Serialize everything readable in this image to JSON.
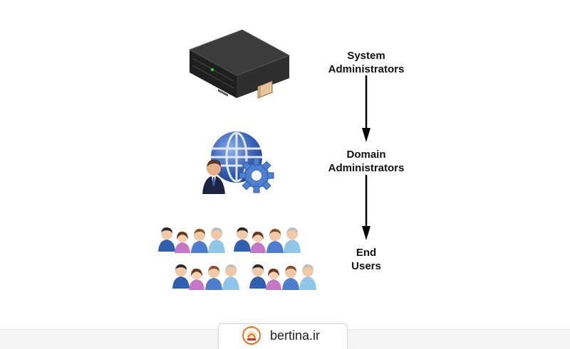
{
  "diagram": {
    "nodes": [
      {
        "id": "sysadmin",
        "lines": [
          "System",
          "Administrators"
        ],
        "icon": "server-icon"
      },
      {
        "id": "domadmin",
        "lines": [
          "Domain",
          "Administrators"
        ],
        "icon": "globe-admin-gear-icon"
      },
      {
        "id": "endusers",
        "lines": [
          "End",
          "Users"
        ],
        "icon": "user-groups-icon"
      }
    ],
    "edges": [
      {
        "from": "sysadmin",
        "to": "domadmin"
      },
      {
        "from": "domadmin",
        "to": "endusers"
      }
    ]
  },
  "watermark": {
    "text": "bertina.ir",
    "icon": "bertina-logo-icon"
  },
  "colors": {
    "arrow": "#000000",
    "globe": "#3a63b8",
    "gear": "#4f7fd0",
    "server": "#2b2b2b",
    "footer_bg": "#f4f4f4",
    "logo_accent": "#e8731c"
  }
}
